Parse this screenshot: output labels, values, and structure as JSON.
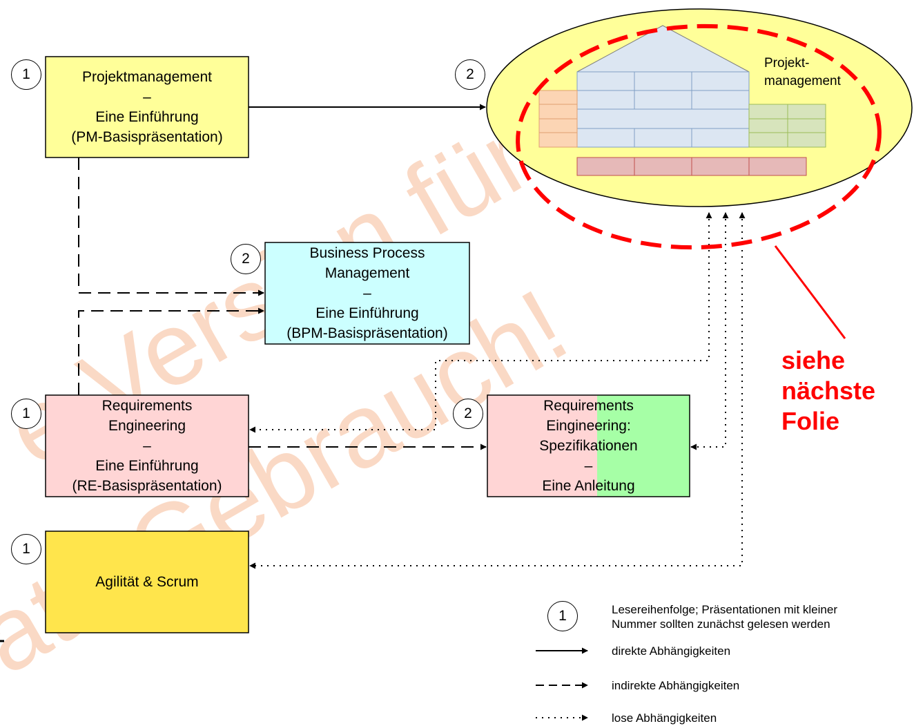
{
  "boxes": {
    "pm": {
      "lines": [
        "Projektmanagement",
        "–",
        "Eine Einführung",
        "(PM-Basispräsentation)"
      ],
      "number": "1",
      "fill": "#ffff99"
    },
    "bpm": {
      "lines": [
        "Business Process",
        "Management",
        "–",
        "Eine Einführung",
        "(BPM-Basispräsentation)"
      ],
      "number": "2",
      "fill": "#ccffff"
    },
    "re": {
      "lines": [
        "Requirements",
        "Engineering",
        "–",
        "Eine Einführung",
        "(RE-Basispräsentation)"
      ],
      "number": "1",
      "fill": "#ffd5d5"
    },
    "spec": {
      "lines": [
        "Requirements",
        "Eingineering:",
        "Spezifikationen",
        "–",
        "Eine Anleitung"
      ],
      "number": "2",
      "fill_left": "#ffd5d5",
      "fill_right": "#a6ffa6"
    },
    "agile": {
      "lines": [
        "Agilität & Scrum"
      ],
      "number": "1",
      "fill": "#ffe54c"
    }
  },
  "ellipse": {
    "label_line1": "Projekt-",
    "label_line2": "management",
    "number": "2",
    "fill": "#ffff99"
  },
  "callout": {
    "lines": [
      "siehe",
      "nächste",
      "Folie"
    ],
    "color": "#ff0000"
  },
  "watermark": {
    "line1": "e Version für",
    "line2": "ate Gebrauch!",
    "color": "#f5a777"
  },
  "legend": {
    "number": "1",
    "reading_order_line1": "Lesereihenfolge; Präsentationen mit kleiner",
    "reading_order_line2": "Nummer sollten zunächst gelesen werden",
    "direct": "direkte Abhängigkeiten",
    "indirect": "indirekte Abhängigkeiten",
    "loose": "lose Abhängigkeiten"
  }
}
